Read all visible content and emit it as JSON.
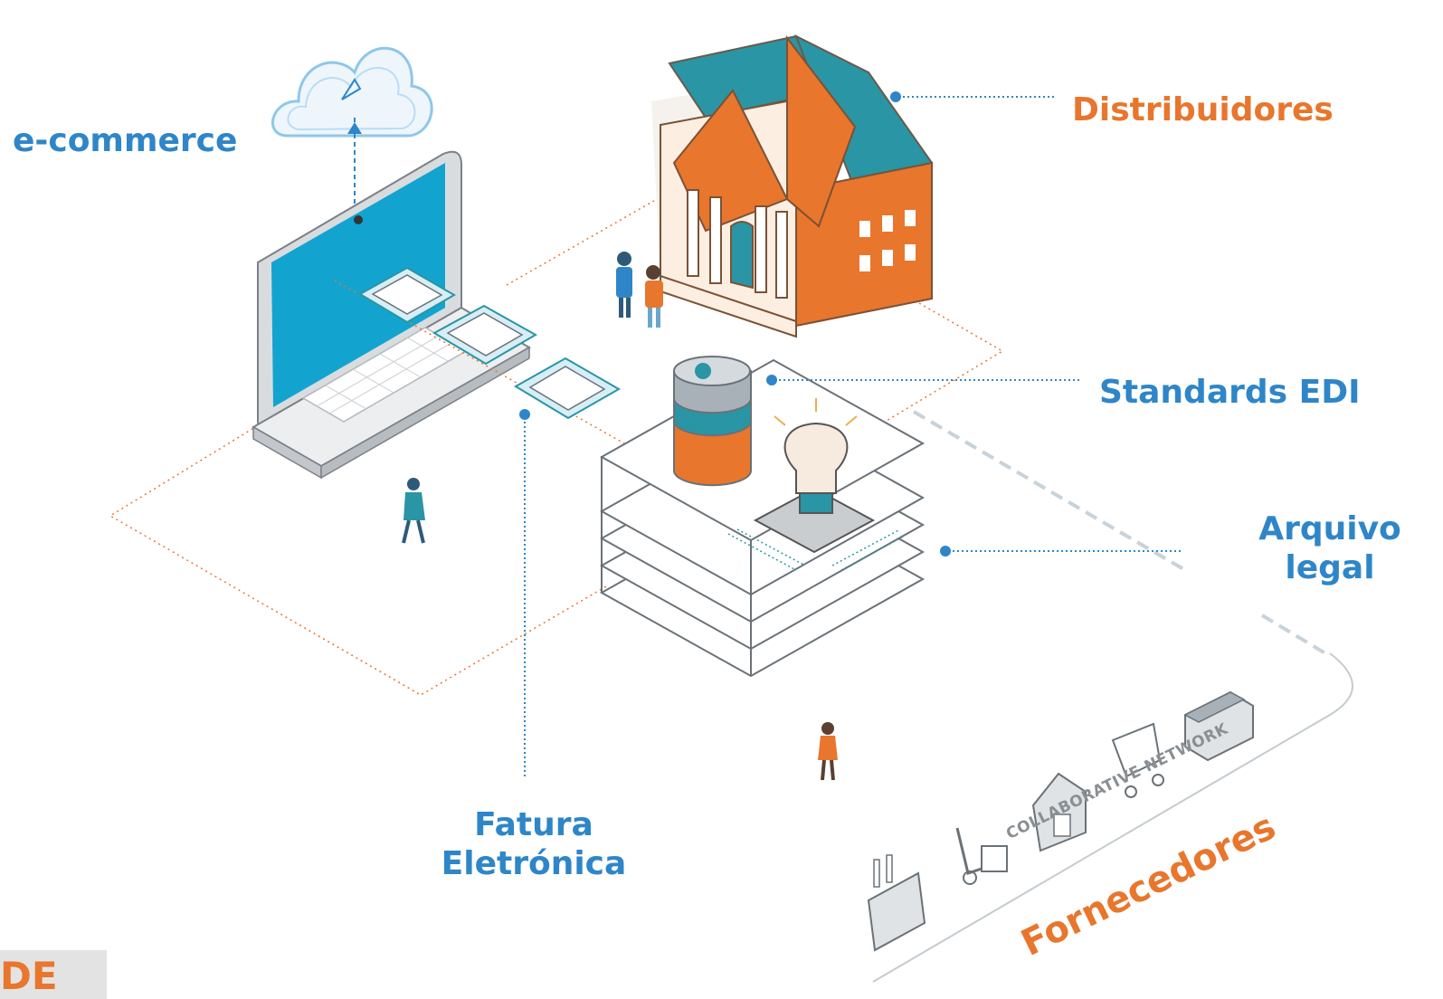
{
  "labels": {
    "ecommerce": "e-commerce",
    "distribuidores": "Distribuidores",
    "standards_edi": "Standards EDI",
    "arquivo_line1": "Arquivo",
    "arquivo_line2": "legal",
    "fatura_line1": "Fatura",
    "fatura_line2": "Eletrónica",
    "collaborative_network": "COLLABORATIVE NETWORK",
    "fornecedores": "Fornecedores",
    "badge": "DE"
  },
  "colors": {
    "blue": "#2e86c8",
    "orange": "#e8762d",
    "teal": "#2a95a4",
    "screen": "#12a4cf",
    "gray_line": "#b8c2c9"
  },
  "icons": [
    "cloud-icon",
    "laptop-icon",
    "bank-building-icon",
    "database-icon",
    "lightbulb-icon",
    "chip-icon",
    "factory-icon",
    "hand-truck-icon",
    "warehouse-icon",
    "shopping-cart-icon",
    "shop-icon",
    "person-icon"
  ]
}
